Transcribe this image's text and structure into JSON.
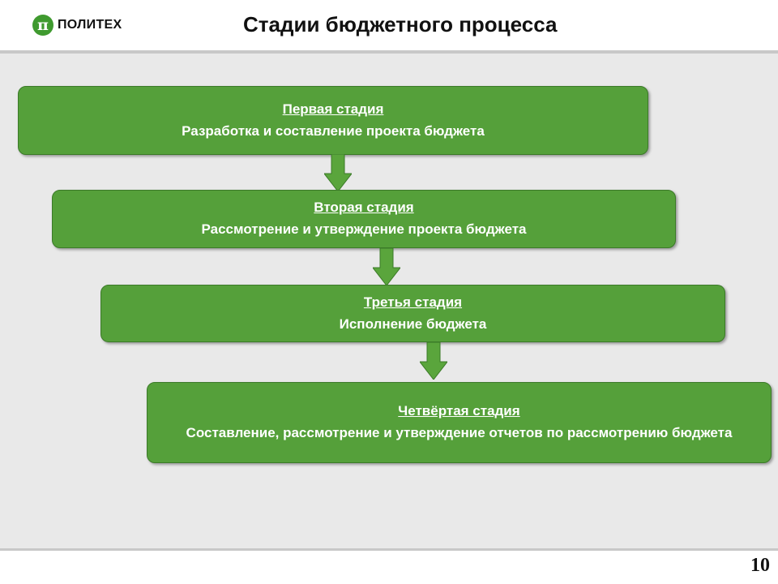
{
  "header": {
    "logo_mark": "π",
    "logo_text": "ПОЛИТЕХ",
    "title": "Стадии бюджетного процесса"
  },
  "stages": [
    {
      "title": "Первая стадия",
      "description": "Разработка и составление проекта бюджета"
    },
    {
      "title": "Вторая стадия",
      "description": "Рассмотрение и утверждение проекта бюджета"
    },
    {
      "title": "Третья стадия",
      "description": "Исполнение бюджета"
    },
    {
      "title": "Четвёртая стадия",
      "description": "Составление, рассмотрение и утверждение отчетов по рассмотрению бюджета"
    }
  ],
  "footer": {
    "page_number": "10"
  },
  "colors": {
    "stage_fill": "#55a03a",
    "stage_border": "#3b7a28",
    "arrow_fill": "#5aa53c",
    "background": "#e9e9e9"
  }
}
